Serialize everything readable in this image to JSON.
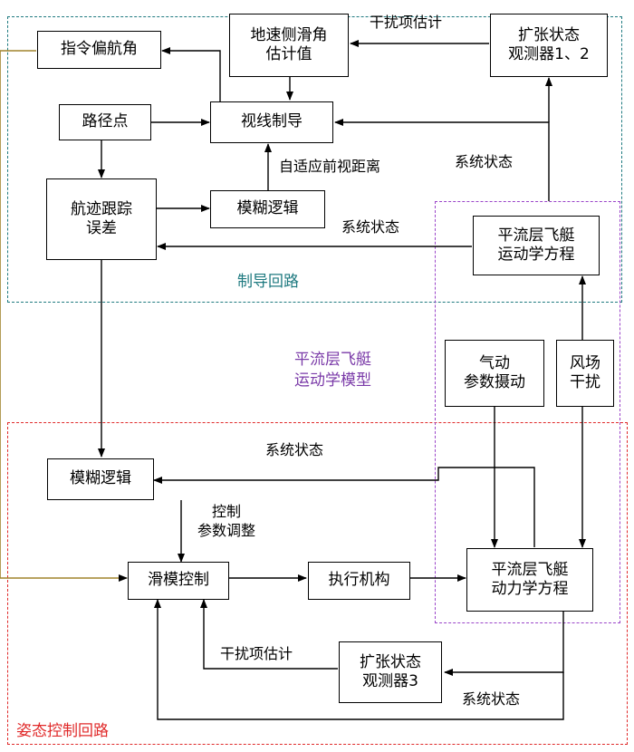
{
  "colors": {
    "guidance_loop": "#1f7a80",
    "attitude_loop": "#e02a2a",
    "model_region": "#9b45c9",
    "feedforward_line": "#a0842c",
    "line": "#000000"
  },
  "blocks": {
    "command_heading": "指令偏航角",
    "ground_sideslip_est": "地速侧滑角\n估计值",
    "eso_12": "扩张状态\n观测器1、2",
    "waypoint": "路径点",
    "los_guidance": "视线制导",
    "track_error": "航迹跟踪\n误差",
    "fuzzy_logic_top": "模糊逻辑",
    "kinematics": "平流层飞艇\n运动学方程",
    "aero_perturbation": "气动\n参数摄动",
    "wind_disturbance": "风场\n干扰",
    "fuzzy_logic_bottom": "模糊逻辑",
    "sliding_mode": "滑模控制",
    "actuator": "执行机构",
    "dynamics": "平流层飞艇\n动力学方程",
    "eso_3": "扩张状态\n观测器3"
  },
  "labels": {
    "disturbance_est_top": "干扰项估计",
    "system_state_right": "系统状态",
    "adaptive_lookahead": "自适应前视距离",
    "system_state_mid": "系统状态",
    "system_state_bottom_top": "系统状态",
    "control_param_tuning": "控制\n参数调整",
    "disturbance_est_bottom": "干扰项估计",
    "system_state_bottom": "系统状态"
  },
  "regions": {
    "guidance_loop": "制导回路",
    "airship_model": "平流层飞艇\n运动学模型",
    "attitude_loop": "姿态控制回路"
  }
}
